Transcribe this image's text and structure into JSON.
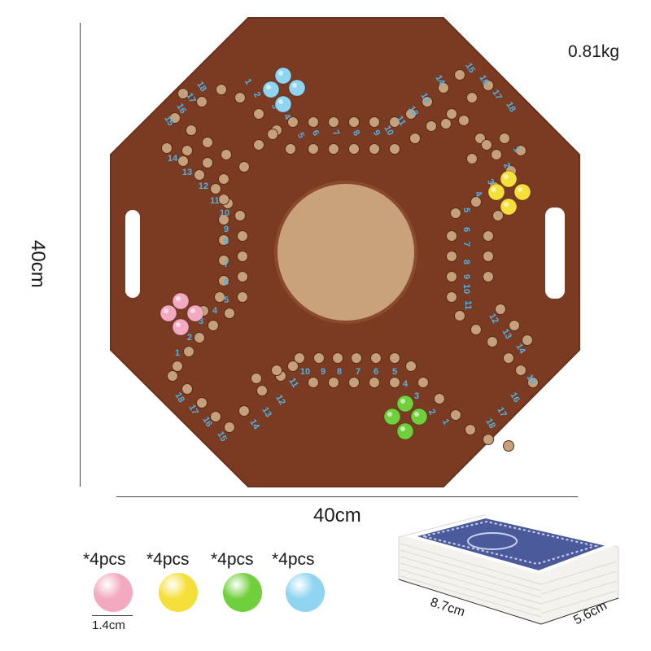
{
  "product": {
    "weight_label": "0.81kg",
    "width_label": "40cm",
    "height_label": "40cm"
  },
  "board": {
    "color": "#7b3a22",
    "center_color": "#c9a27b",
    "hole_color": "#c4a07c",
    "number_color": "#4fb3e3"
  },
  "pieces": [
    {
      "color_name": "pink",
      "count_label": "*4pcs",
      "color": "#f3a9c0"
    },
    {
      "color_name": "yellow",
      "count_label": "*4pcs",
      "color": "#f5df3a"
    },
    {
      "color_name": "green",
      "count_label": "*4pcs",
      "color": "#6fcf3c"
    },
    {
      "color_name": "blue",
      "count_label": "*4pcs",
      "color": "#8fd4f0"
    }
  ],
  "ball_size_label": "1.4cm",
  "cards": {
    "width_label": "8.7cm",
    "depth_label": "5.6cm",
    "back_color": "#4a5a9a"
  }
}
